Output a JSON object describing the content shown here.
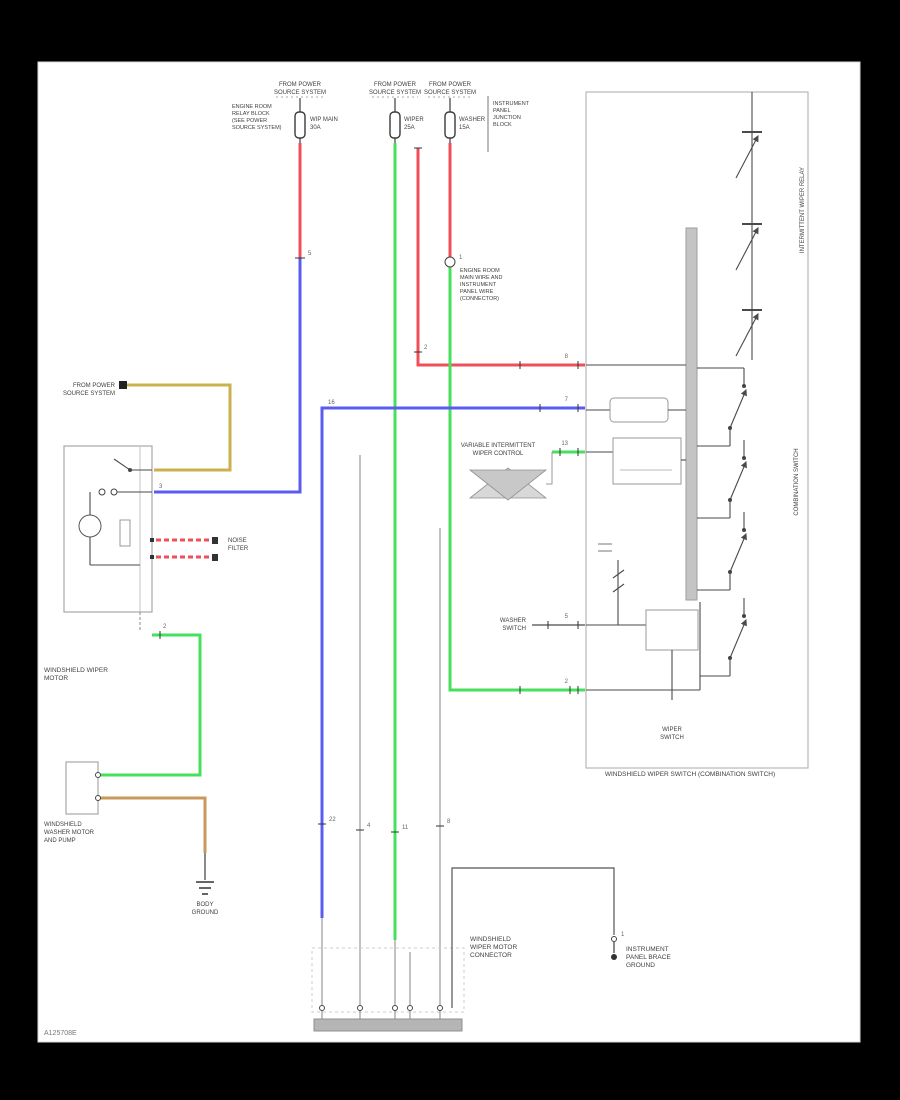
{
  "colors": {
    "red": "#ee4f58",
    "blue": "#5a5cf0",
    "green": "#46e05c",
    "yellow": "#c9b24d",
    "tan": "#c8995b",
    "busfill": "#c4c4c4"
  },
  "labels": {
    "src1a": "FROM POWER",
    "src1b": "SOURCE SYSTEM",
    "src2a": "FROM POWER",
    "src2b": "SOURCE SYSTEM",
    "src3a": "FROM POWER",
    "src3b": "SOURCE SYSTEM",
    "erb1": "ENGINE ROOM",
    "erb2": "RELAY BLOCK",
    "erb3": "(SEE POWER",
    "erb4": "SOURCE SYSTEM)",
    "fuse1a": "WIP MAIN",
    "fuse1b": "30A",
    "fuse2a": "WIPER",
    "fuse2b": "25A",
    "fuse3a": "WASHER",
    "fuse3b": "15A",
    "jb1": "INSTRUMENT",
    "jb2": "PANEL",
    "jb3": "JUNCTION",
    "jb4": "BLOCK",
    "conn1": "ENGINE ROOM",
    "conn2": "MAIN WIRE AND",
    "conn3": "INSTRUMENT",
    "conn4": "PANEL WIRE",
    "conn5": "(CONNECTOR)",
    "varint1": "VARIABLE INTERMITTENT",
    "varint2": "WIPER CONTROL",
    "leftsrc1": "FROM POWER",
    "leftsrc2": "SOURCE SYSTEM",
    "noise1": "NOISE",
    "noise2": "FILTER",
    "wipermotor1": "WINDSHIELD WIPER",
    "wipermotor2": "MOTOR",
    "washermotor1": "WINDSHIELD",
    "washermotor2": "WASHER MOTOR",
    "washermotor3": "AND PUMP",
    "ground1a": "BODY",
    "ground1b": "GROUND",
    "washersw1": "WASHER",
    "washersw2": "SWITCH",
    "wipersw1": "WIPER",
    "wipersw2": "SWITCH",
    "blockcaption": "WINDSHIELD WIPER SWITCH (COMBINATION SWITCH)",
    "vtext1": "INTERMITTENT WIPER RELAY",
    "vtext2": "COMBINATION SWITCH",
    "botmid1": "WINDSHIELD",
    "botmid2": "WIPER MOTOR",
    "botmid3": "CONNECTOR",
    "botright1": "INSTRUMENT",
    "botright2": "PANEL BRACE",
    "botright3": "GROUND",
    "code": "A125708E"
  },
  "pins": {
    "p1": "5",
    "p2": "16",
    "p3": "2",
    "p4": "1",
    "p5": "8",
    "p6": "7",
    "p7": "13",
    "p8": "5",
    "p9": "2",
    "p10": "2",
    "p11": "22",
    "p12": "11",
    "p13": "8",
    "p14": "1",
    "p15": "4",
    "p16": "3"
  }
}
